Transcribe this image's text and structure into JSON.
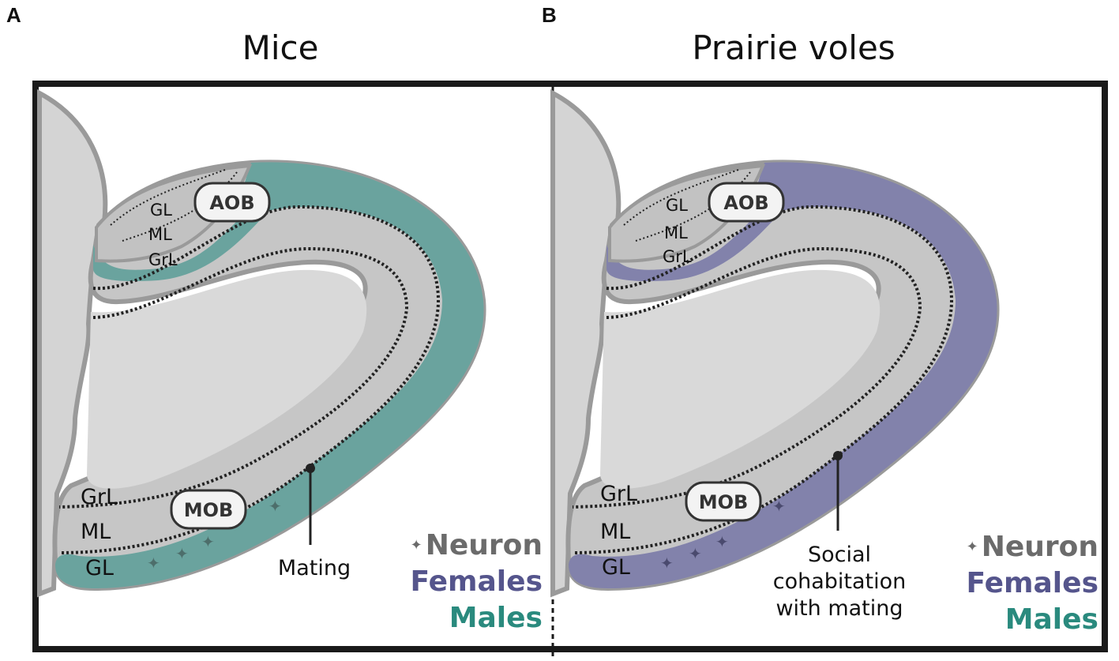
{
  "panels": [
    {
      "letter": "A",
      "title": "Mice",
      "aob_label": "AOB",
      "mob_label": "MOB",
      "aob_layers": [
        "GL",
        "ML",
        "GrL"
      ],
      "mob_layers": [
        "GrL",
        "ML",
        "GL"
      ],
      "callout": [
        "Mating"
      ],
      "legend": {
        "neuron": "Neuron",
        "females": "Females",
        "males": "Males"
      },
      "highlight_color": "#6aa39e"
    },
    {
      "letter": "B",
      "title": "Prairie voles",
      "aob_label": "AOB",
      "mob_label": "MOB",
      "aob_layers": [
        "GL",
        "ML",
        "GrL"
      ],
      "mob_layers": [
        "GrL",
        "ML",
        "GL"
      ],
      "callout": [
        "Social",
        "cohabitation",
        "with mating"
      ],
      "legend": {
        "neuron": "Neuron",
        "females": "Females",
        "males": "Males"
      },
      "highlight_color": "#8282ab"
    }
  ],
  "icons": {
    "neuron": "four-point-star-icon"
  }
}
